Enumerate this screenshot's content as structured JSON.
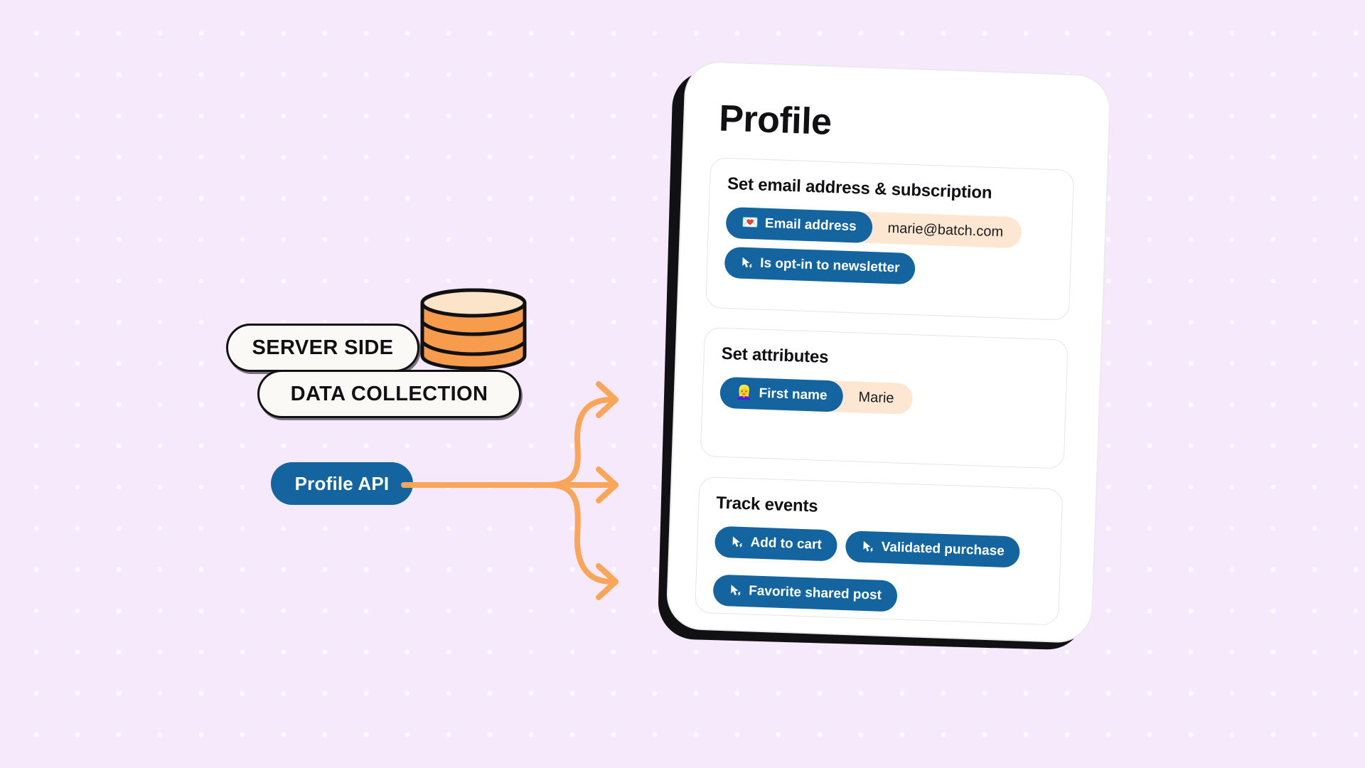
{
  "background": {
    "color": "#f5e9fb",
    "dot_color": "#fdf7ff"
  },
  "diagram": {
    "labels": [
      {
        "name": "server-side",
        "text": "SERVER SIDE"
      },
      {
        "name": "data-collection",
        "text": "DATA COLLECTION"
      }
    ],
    "database_icon": "database-cylinder-icon",
    "api_button": {
      "label": "Profile API",
      "color": "#1464a0"
    },
    "arrow_color": "#f9a65a",
    "arrow_count": 3
  },
  "device": {
    "page_title": "Profile",
    "sections": [
      {
        "name": "set-email-address-subscription",
        "title": "Set email address & subscription",
        "pairs": [
          {
            "icon": "love-letter-icon",
            "emoji": "💌",
            "label": "Email address",
            "value": "marie@batch.com"
          }
        ],
        "chips": [
          {
            "icon": "cursor-click-icon",
            "label": "Is opt-in to newsletter"
          }
        ]
      },
      {
        "name": "set-attributes",
        "title": "Set attributes",
        "pairs": [
          {
            "icon": "blonde-woman-icon",
            "emoji": "👱‍♀️",
            "label": "First name",
            "value": "Marie"
          }
        ],
        "chips": []
      },
      {
        "name": "track-events",
        "title": "Track events",
        "pairs": [],
        "chips": [
          {
            "icon": "cursor-click-icon",
            "label": "Add to cart"
          },
          {
            "icon": "cursor-click-icon",
            "label": "Validated purchase"
          },
          {
            "icon": "cursor-click-icon",
            "label": "Favorite shared post"
          }
        ]
      }
    ]
  },
  "colors": {
    "brand_blue": "#1464a0",
    "accent_orange": "#f79b4c",
    "chip_bg_peach": "#fde7d2",
    "ink": "#111114"
  }
}
